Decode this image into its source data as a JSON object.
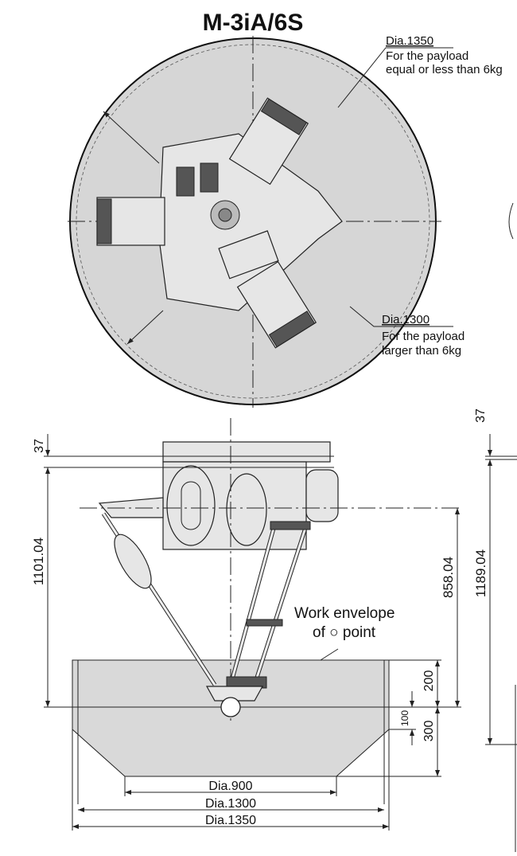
{
  "title": "M-3iA/6S",
  "top_view": {
    "outer_dia_label": "Dia.1350",
    "outer_dia_note_1": "For the payload",
    "outer_dia_note_2": "equal or less than 6kg",
    "inner_dia_label": "Dia.1300",
    "inner_dia_note_1": "For the payload",
    "inner_dia_note_2": "larger than 6kg"
  },
  "side_view": {
    "dim_top_left": "37",
    "dim_top_right": "37",
    "dim_height_left": "1101.04",
    "dim_height_right": "1189.04",
    "dim_arm": "858.04",
    "dim_200": "200",
    "dim_100": "100",
    "dim_300": "300",
    "work_envelope_1": "Work envelope",
    "work_envelope_2": "of ○ point",
    "dia_900": "Dia.900",
    "dia_1300": "Dia.1300",
    "dia_1350": "Dia.1350"
  },
  "colors": {
    "envelope_fill": "#d9d9d9",
    "line": "#222222"
  }
}
